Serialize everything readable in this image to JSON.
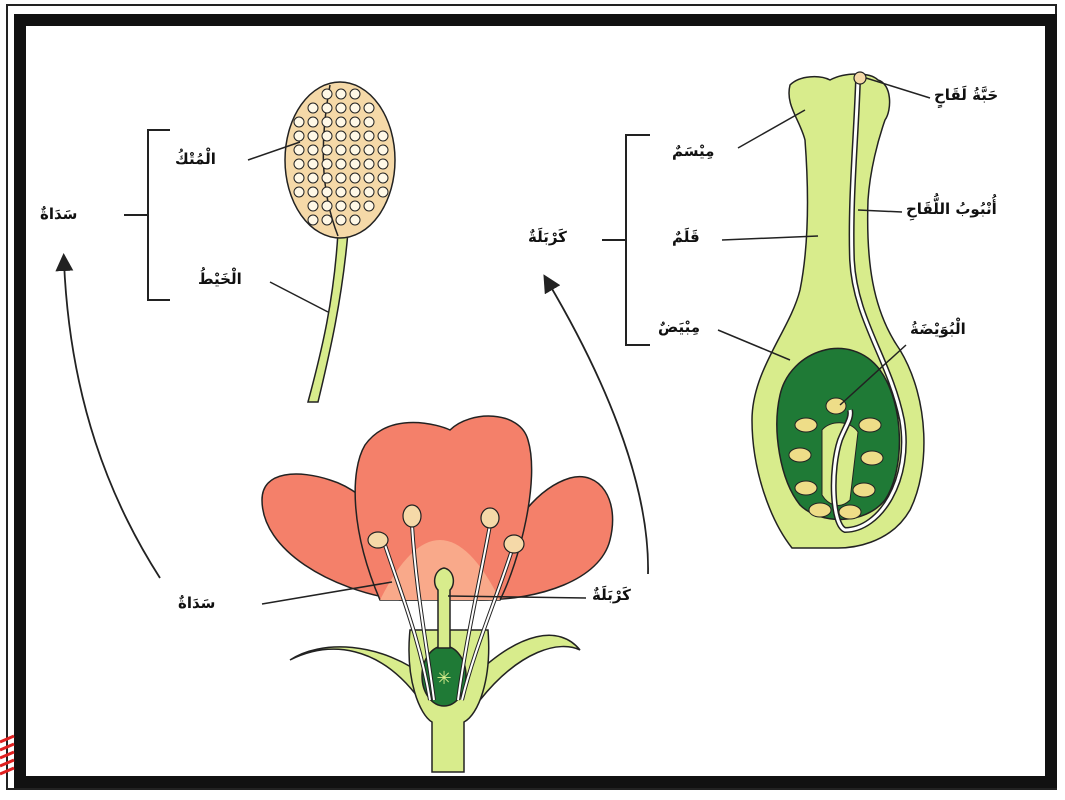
{
  "labels": {
    "stamen_left": "سَدَاةٌ",
    "anther": "الْمُتْكُ",
    "filament": "الْخَيْطُ",
    "pistil_right": "كَرْبَلَةٌ",
    "stigma": "مِيْسَمٌ",
    "style": "قَلَمٌ",
    "ovary": "مِبْيَضٌ",
    "pollen_grain": "حَبَّةُ لَقَاحٍ",
    "pollen_tube": "أُنْبُوبُ اللُّقَاحِ",
    "ovule": "الْبُوَيْضَةُ",
    "flower_stamen": "سَدَاةٌ",
    "flower_pistil": "كَرْبَلَةٌ"
  },
  "colors": {
    "petal": "#f4806a",
    "petal_light": "#f9a98a",
    "green_light": "#d8ec8c",
    "green_dark": "#1f7a36",
    "anther_fill": "#f5d9a8",
    "ovule_fill": "#eedd88",
    "outline": "#222222"
  }
}
